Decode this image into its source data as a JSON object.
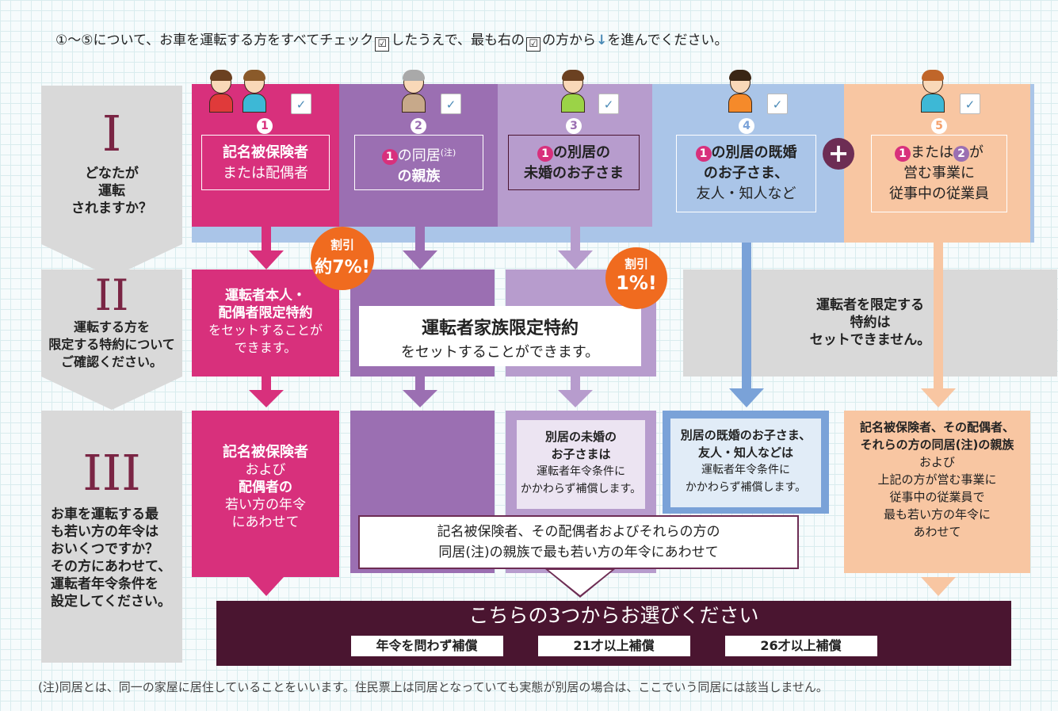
{
  "header": {
    "part1": "①〜⑤について、お車を運転する方をすべてチェック",
    "part2": "したうえで、最も右の",
    "part3": "の方から",
    "part4": "を進んでください。",
    "check_glyph": "☑",
    "arrow_glyph": "↓"
  },
  "steps": [
    {
      "roman": "I",
      "text": [
        "どなたが",
        "運転",
        "されますか？"
      ]
    },
    {
      "roman": "II",
      "text": [
        "運転する方を",
        "限定する特約について",
        "ご確認ください。"
      ]
    },
    {
      "roman": "III",
      "text": [
        "お車を運転する最",
        "も若い方の年令は",
        "おいくつですか？",
        "その方にあわせて、",
        "運転者年令条件を",
        "設定してください。"
      ]
    }
  ],
  "categories": [
    {
      "num": "1",
      "l1": "記名被保険者",
      "l2": "または配偶者"
    },
    {
      "num": "2",
      "l1a": "1",
      "l1b": "の同居",
      "note": "(注)",
      "l2": "の親族"
    },
    {
      "num": "3",
      "l1a": "1",
      "l1b": "の別居の",
      "l2": "未婚のお子さま"
    },
    {
      "num": "4",
      "l1a": "1",
      "l1b": "の別居の既婚",
      "l2": "のお子さま、",
      "l3": "友人・知人など"
    },
    {
      "num": "5",
      "l1a": "1",
      "l1b": "または",
      "l1c": "2",
      "l1d": "が",
      "l2": "営む事業に",
      "l3": "従事中の従業員"
    }
  ],
  "plus": "+",
  "badge_7": {
    "l1": "割引",
    "l2": "約7%!"
  },
  "badge_1": {
    "l1": "割引",
    "l2": "1%!"
  },
  "step2": {
    "pink": [
      "運転者本人・",
      "配偶者限定特約",
      "をセットすることが",
      "できます。"
    ],
    "family_title": "運転者家族限定特約",
    "family_sub": "をセットすることができます。",
    "none": [
      "運転者を限定する",
      "特約は",
      "セットできません。"
    ]
  },
  "step3": {
    "pink": [
      "記名被保険者",
      "および",
      "配偶者の",
      "若い方の年令",
      "にあわせて"
    ],
    "lilac": [
      "別居の未婚の",
      "お子さまは",
      "運転者年令条件に",
      "かかわらず補償します。"
    ],
    "blue": [
      "別居の既婚のお子さま、",
      "友人・知人などは",
      "運転者年令条件に",
      "かかわらず補償します。"
    ],
    "peach": [
      "記名被保険者、その配偶者、",
      "それらの方の同居(注)の親族",
      "および",
      "上記の方が営む事業に",
      "従事中の従業員で",
      "最も若い方の年令に",
      "あわせて"
    ],
    "family_l1": "記名被保険者、その配偶者およびそれらの方の",
    "family_l2": "同居(注)の親族で最も若い方の年令にあわせて"
  },
  "choose": {
    "title": "こちらの3つからお選びください",
    "options": [
      "年令を問わず補償",
      "21才以上補償",
      "26才以上補償"
    ]
  },
  "footnote": "(注)同居とは、同一の家屋に居住していることをいいます。住民票上は同居となっていても実態が別居の場合は、ここでいう同居には該当しません。",
  "colors": {
    "pink": "#d8307c",
    "purple": "#9b6fb2",
    "lilac": "#b79ccd",
    "blue": "#aac5e8",
    "peach": "#f8c6a2",
    "dark": "#4a1530",
    "orange": "#f06b1f"
  }
}
